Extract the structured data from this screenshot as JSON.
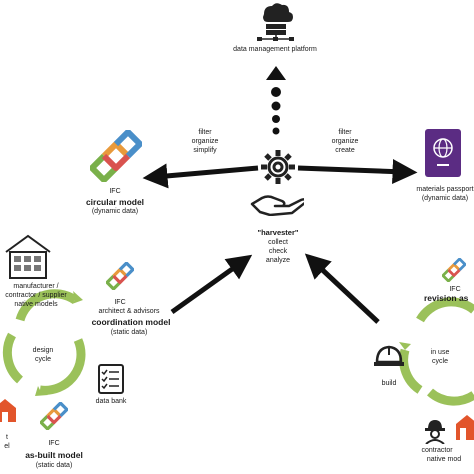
{
  "top": {
    "platform_label": "data management platform"
  },
  "harvester": {
    "title": "\"harvester\"",
    "actions": [
      "collect",
      "check",
      "analyze"
    ]
  },
  "left_arrow_text": [
    "filter",
    "organize",
    "simplify"
  ],
  "right_arrow_text": [
    "filter",
    "organize",
    "create"
  ],
  "circular_model": {
    "prefix": "IFC",
    "title": "circular model",
    "subtitle": "(dynamic data)"
  },
  "materials_passport": {
    "title": "materials passport",
    "subtitle": "(dynamic data)"
  },
  "native_models_left": [
    "manufacturer /",
    "contractor / supplier",
    "native models"
  ],
  "coordination_model": {
    "prefix": "IFC",
    "authors": "architect & advisors",
    "title": "coordination model",
    "subtitle": "(static data)"
  },
  "design_cycle": [
    "design",
    "cycle"
  ],
  "data_bank": "data bank",
  "asbuilt_model": {
    "prefix": "IFC",
    "title": "as-built model",
    "subtitle": "(static data)"
  },
  "left_edge_fragments": [
    "t",
    "el"
  ],
  "revision_model": {
    "prefix": "IFC",
    "title": "revision as"
  },
  "use_cycle": [
    "in use",
    "cycle"
  ],
  "build_label": "build",
  "contractor_native": [
    "contractor",
    "native mod"
  ],
  "colors": {
    "ifc_orange": "#e89a3c",
    "ifc_blue": "#4a8fc9",
    "ifc_green": "#7ab04a",
    "ifc_red": "#d9534f",
    "cycle_green": "#9bc15a",
    "passport_purple": "#5b2c83",
    "house_orange": "#e2552b"
  }
}
